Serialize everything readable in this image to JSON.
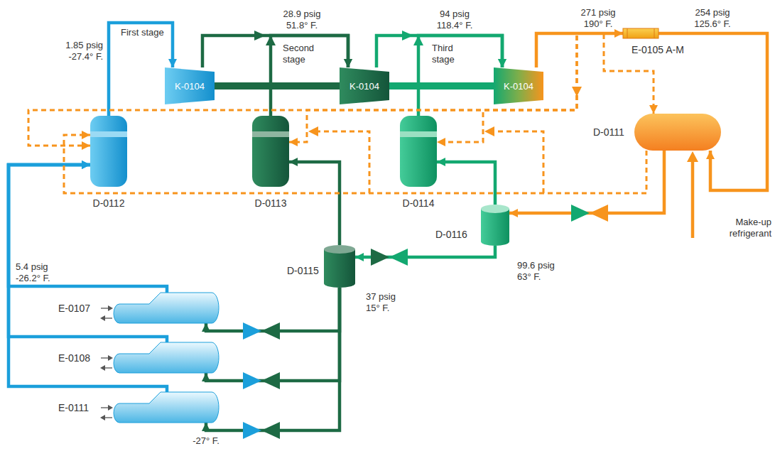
{
  "diagram": {
    "nodes": [
      {
        "text": [
          "K-0104"
        ]
      },
      {
        "text": [
          "K-0104"
        ]
      },
      {
        "text": [
          "K-0104"
        ]
      },
      {
        "text": [
          "E-0105 A-M"
        ]
      },
      {
        "text": [
          "D-0111"
        ]
      },
      {
        "text": [
          "D-0112"
        ]
      },
      {
        "text": [
          "D-0113"
        ]
      },
      {
        "text": [
          "D-0114"
        ]
      },
      {
        "text": [
          "D-0116"
        ]
      },
      {
        "text": [
          "D-0115"
        ]
      },
      {
        "text": [
          "E-0107"
        ]
      },
      {
        "text": [
          "E-0108"
        ]
      },
      {
        "text": [
          "E-0111"
        ]
      }
    ],
    "edges": [
      {
        "from": 5,
        "to": 0,
        "arrow": "to"
      },
      {
        "from": 0,
        "to": 1,
        "arrow": "to"
      },
      {
        "from": 6,
        "to": 1,
        "arrow": "to"
      },
      {
        "from": 1,
        "to": 2,
        "arrow": "to"
      },
      {
        "from": 7,
        "to": 2,
        "arrow": "to"
      },
      {
        "from": 2,
        "to": 3,
        "arrow": "to"
      },
      {
        "from": 3,
        "to": 4,
        "arrow": "to"
      },
      {
        "from": 4,
        "to": 8,
        "arrow": "to"
      },
      {
        "from": 8,
        "to": 7,
        "arrow": "to"
      },
      {
        "from": 8,
        "to": 9,
        "arrow": "to"
      },
      {
        "from": 9,
        "to": 6,
        "arrow": "to"
      },
      {
        "from": 9,
        "to": 10,
        "arrow": "to"
      },
      {
        "from": 9,
        "to": 11,
        "arrow": "to"
      },
      {
        "from": 9,
        "to": 12,
        "arrow": "to"
      },
      {
        "from": 10,
        "to": 5,
        "arrow": "to"
      },
      {
        "from": 11,
        "to": 5,
        "arrow": "to"
      },
      {
        "from": 12,
        "to": 5,
        "arrow": "to"
      },
      {
        "from": 2,
        "to": 4,
        "arrow": "to"
      },
      {
        "from": 2,
        "to": 5,
        "arrow": "to"
      },
      {
        "from": 2,
        "to": 6,
        "arrow": "to"
      },
      {
        "from": 2,
        "to": 7,
        "arrow": "to"
      },
      {
        "from": 4,
        "to": 5,
        "arrow": "to"
      }
    ],
    "labels": [
      "First stage",
      "Second stage",
      "Third stage",
      "1.85 psig",
      "-27.4° F.",
      "28.9 psig",
      "51.8° F.",
      "94 psig",
      "118.4° F.",
      "271 psig",
      "190° F.",
      "254 psig",
      "125.6° F.",
      "5.4 psig",
      "-26.2° F.",
      "37 psig",
      "15° F.",
      "99.6 psig",
      "63° F.",
      "-27° F.",
      "Make-up refrigerant"
    ]
  }
}
